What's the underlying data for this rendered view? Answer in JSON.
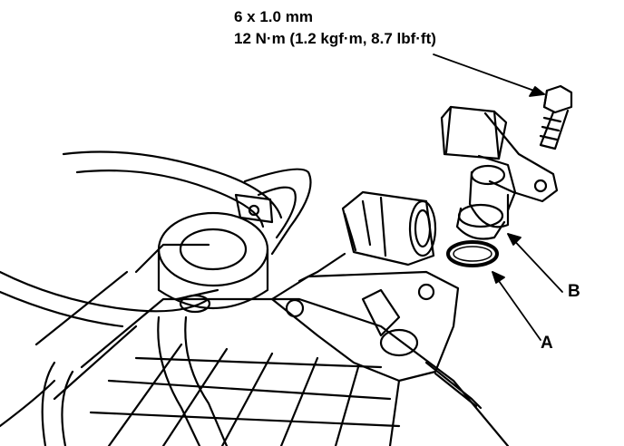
{
  "spec": {
    "bolt_size": "6 x 1.0 mm",
    "torque": "12 N·m (1.2 kgf·m, 8.7 lbf·ft)"
  },
  "callouts": {
    "a": "A",
    "b": "B"
  },
  "colors": {
    "ink": "#000000",
    "paper": "#ffffff"
  }
}
